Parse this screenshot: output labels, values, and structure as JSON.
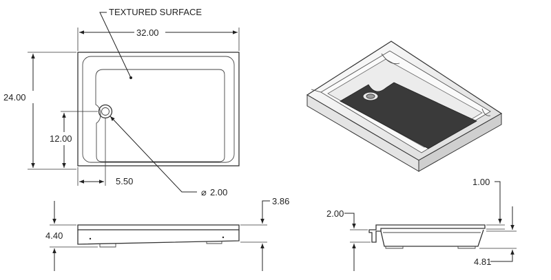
{
  "labels": {
    "note_surface": "TEXTURED SURFACE",
    "dim_width": "32.00",
    "dim_height": "24.00",
    "dim_drain_y": "12.00",
    "dim_drain_x": "5.50",
    "dim_drain_dia": "2.00",
    "dia_symbol": "⌀",
    "dim_front_total": "4.40",
    "dim_front_top": "3.86",
    "dim_side_flange": "2.00",
    "dim_side_lip": "1.00",
    "dim_side_total": "4.81"
  },
  "colors": {
    "line": "#222222",
    "textured_surface": "#3a3a3a",
    "tray_body": "#f2f2f2"
  }
}
